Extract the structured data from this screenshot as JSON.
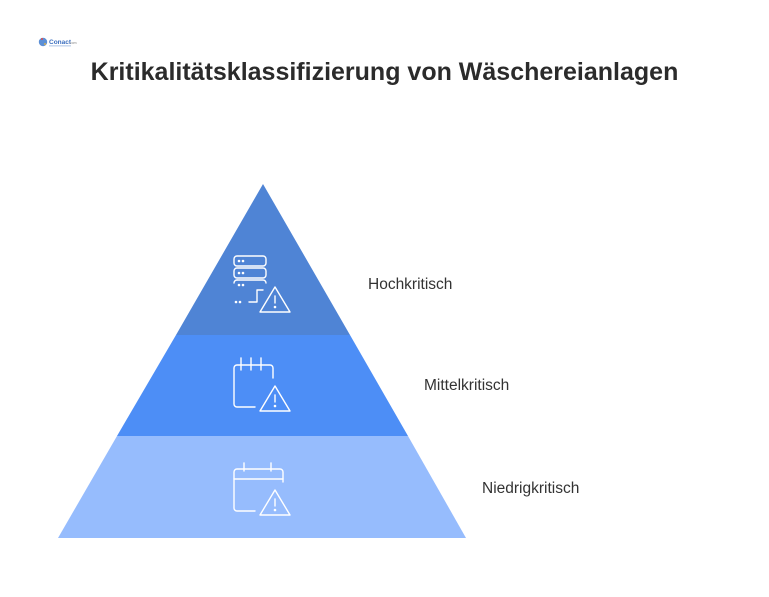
{
  "title": "Kritikalitätsklassifizierung von Wäschereianlagen",
  "logo": {
    "text": "Conact",
    "icon": "brand-logo"
  },
  "levels": [
    {
      "label": "Hochkritisch",
      "icon": "server-warning-icon",
      "color": "#4f84d5"
    },
    {
      "label": "Mittelkritisch",
      "icon": "calendar-warning-icon",
      "color": "#4d8ef6"
    },
    {
      "label": "Niedrigkritisch",
      "icon": "calendar-warning-icon",
      "color": "#96bcfd"
    }
  ]
}
